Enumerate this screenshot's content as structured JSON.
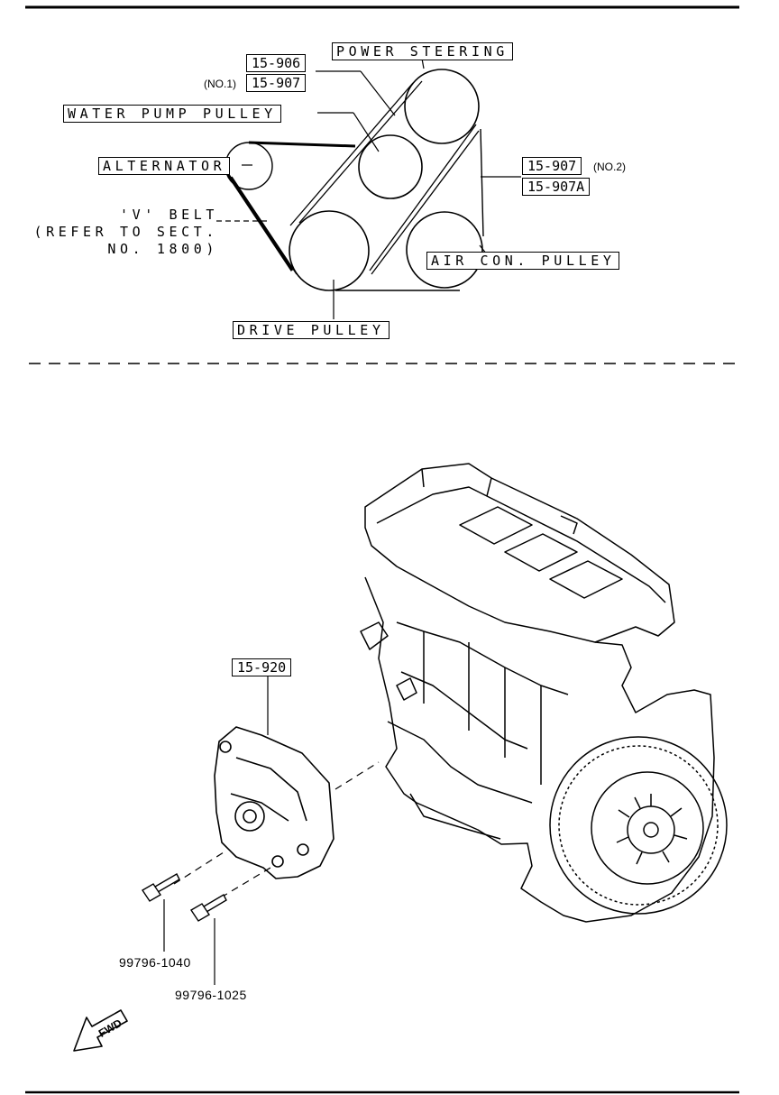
{
  "belt_layout": {
    "power_steering": "POWER STEERING",
    "water_pump_pulley": "WATER PUMP PULLEY",
    "alternator": "ALTERNATOR",
    "air_con_pulley": "AIR CON. PULLEY",
    "drive_pulley": "DRIVE PULLEY",
    "v_belt_note": [
      "'V' BELT",
      "(REFER TO SECT.",
      "NO. 1800)"
    ],
    "parts_left": {
      "top": "15-906",
      "prefix": "(NO.1)",
      "bottom": "15-907"
    },
    "parts_right": {
      "top": "15-907",
      "suffix": "(NO.2)",
      "bottom": "15-907A"
    }
  },
  "engine_view": {
    "bracket_part": "15-920",
    "bolt_1": "99796-1040",
    "bolt_2": "99796-1025",
    "fwd_label": "FWD"
  }
}
